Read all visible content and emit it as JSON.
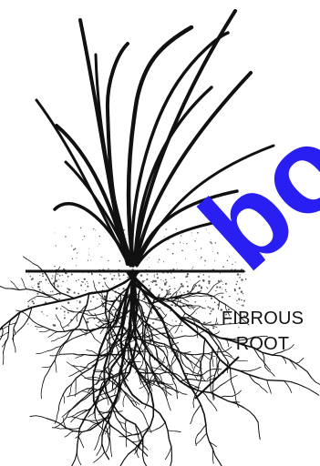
{
  "diagram": {
    "label": {
      "line1": "FIBROUS",
      "line2": "ROOT"
    },
    "watermark": {
      "text": "boo",
      "color": "#2a1ff2"
    },
    "colors": {
      "ink": "#111111",
      "background": "#ffffff"
    }
  }
}
